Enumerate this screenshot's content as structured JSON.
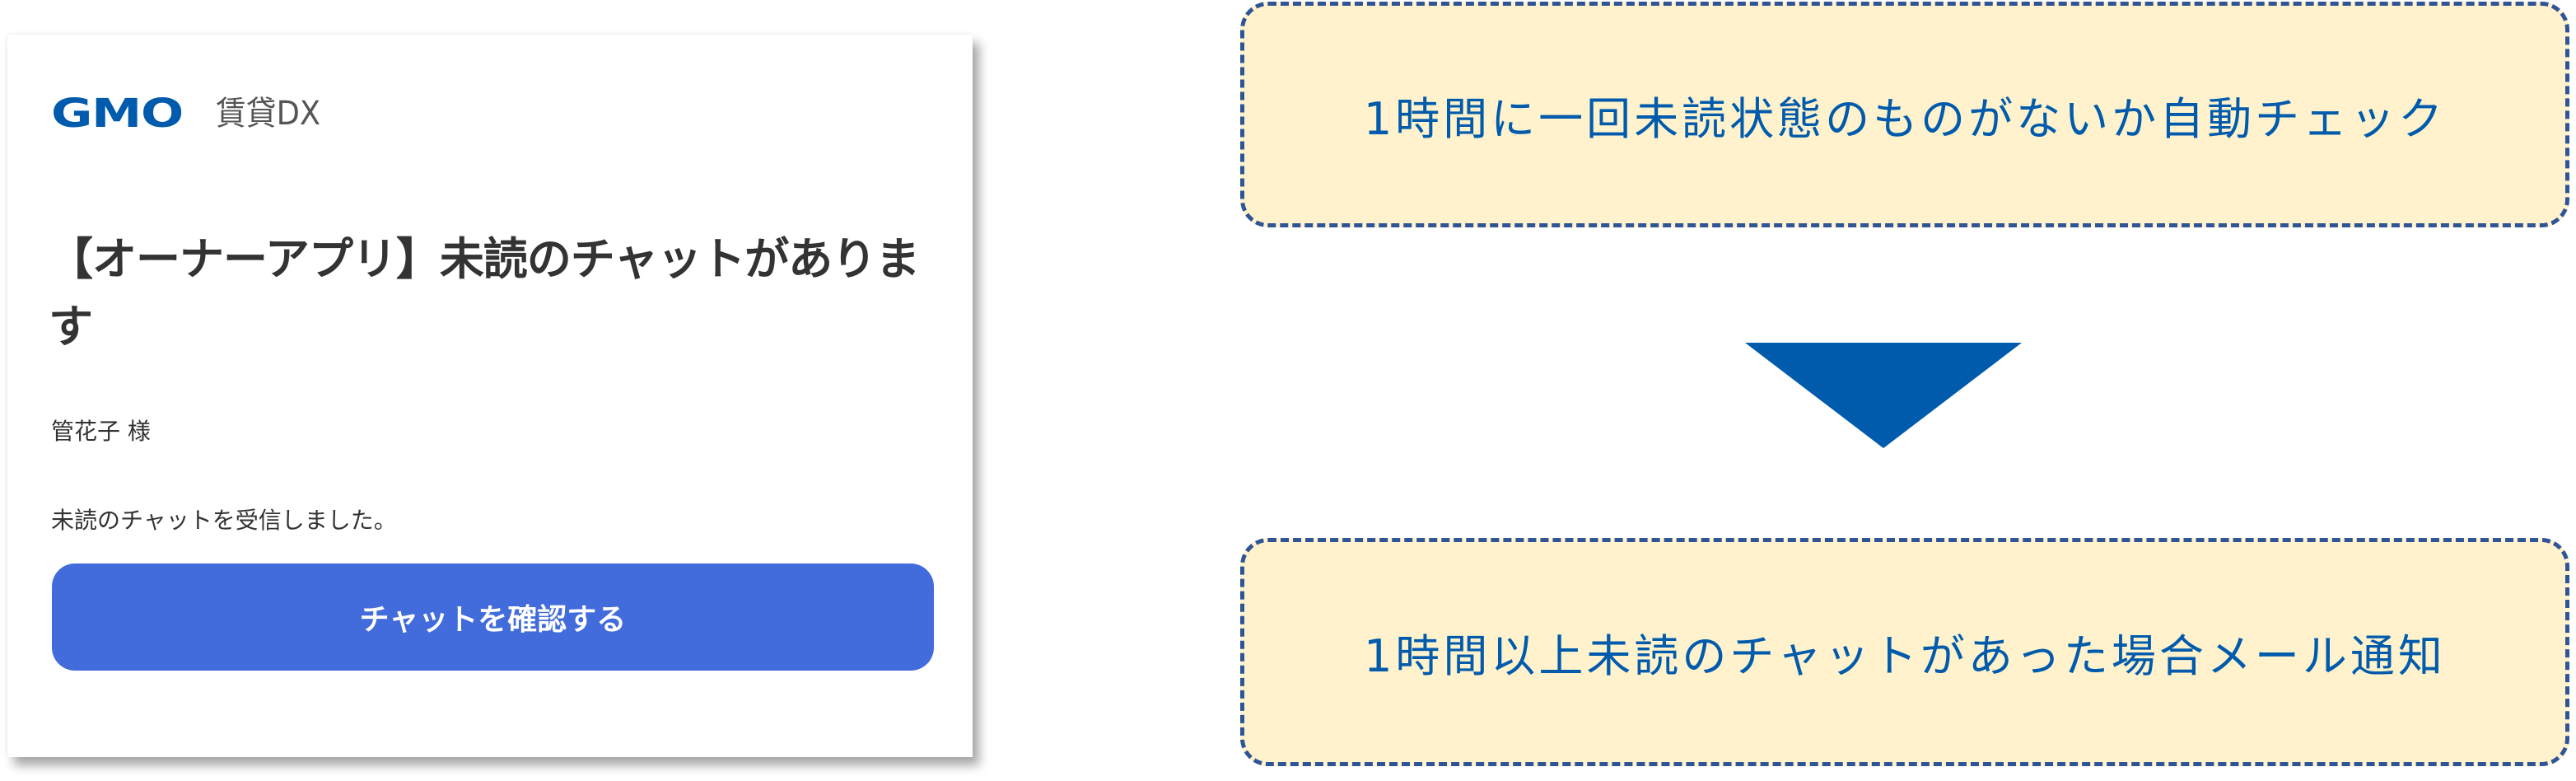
{
  "email": {
    "logo": {
      "brand": "GMO",
      "service": "賃貸DX",
      "brand_color": "#005BAC"
    },
    "title": "【オーナーアプリ】未読のチャットがあります",
    "greeting": "管花子 様",
    "body": "未読のチャットを受信しました。",
    "cta_button": {
      "label": "チャットを確認する",
      "color": "#426BDB"
    }
  },
  "flow": {
    "steps": [
      {
        "label": "1時間に一回未読状態のものがないか自動チェック"
      },
      {
        "label": "1時間以上未読のチャットがあった場合メール通知"
      }
    ],
    "arrow": {
      "icon": "down-triangle-arrow-icon",
      "color": "#005BAC"
    },
    "box_fill": "#FFF2CC",
    "box_border": "#2F5597",
    "text_color": "#005BAC"
  }
}
